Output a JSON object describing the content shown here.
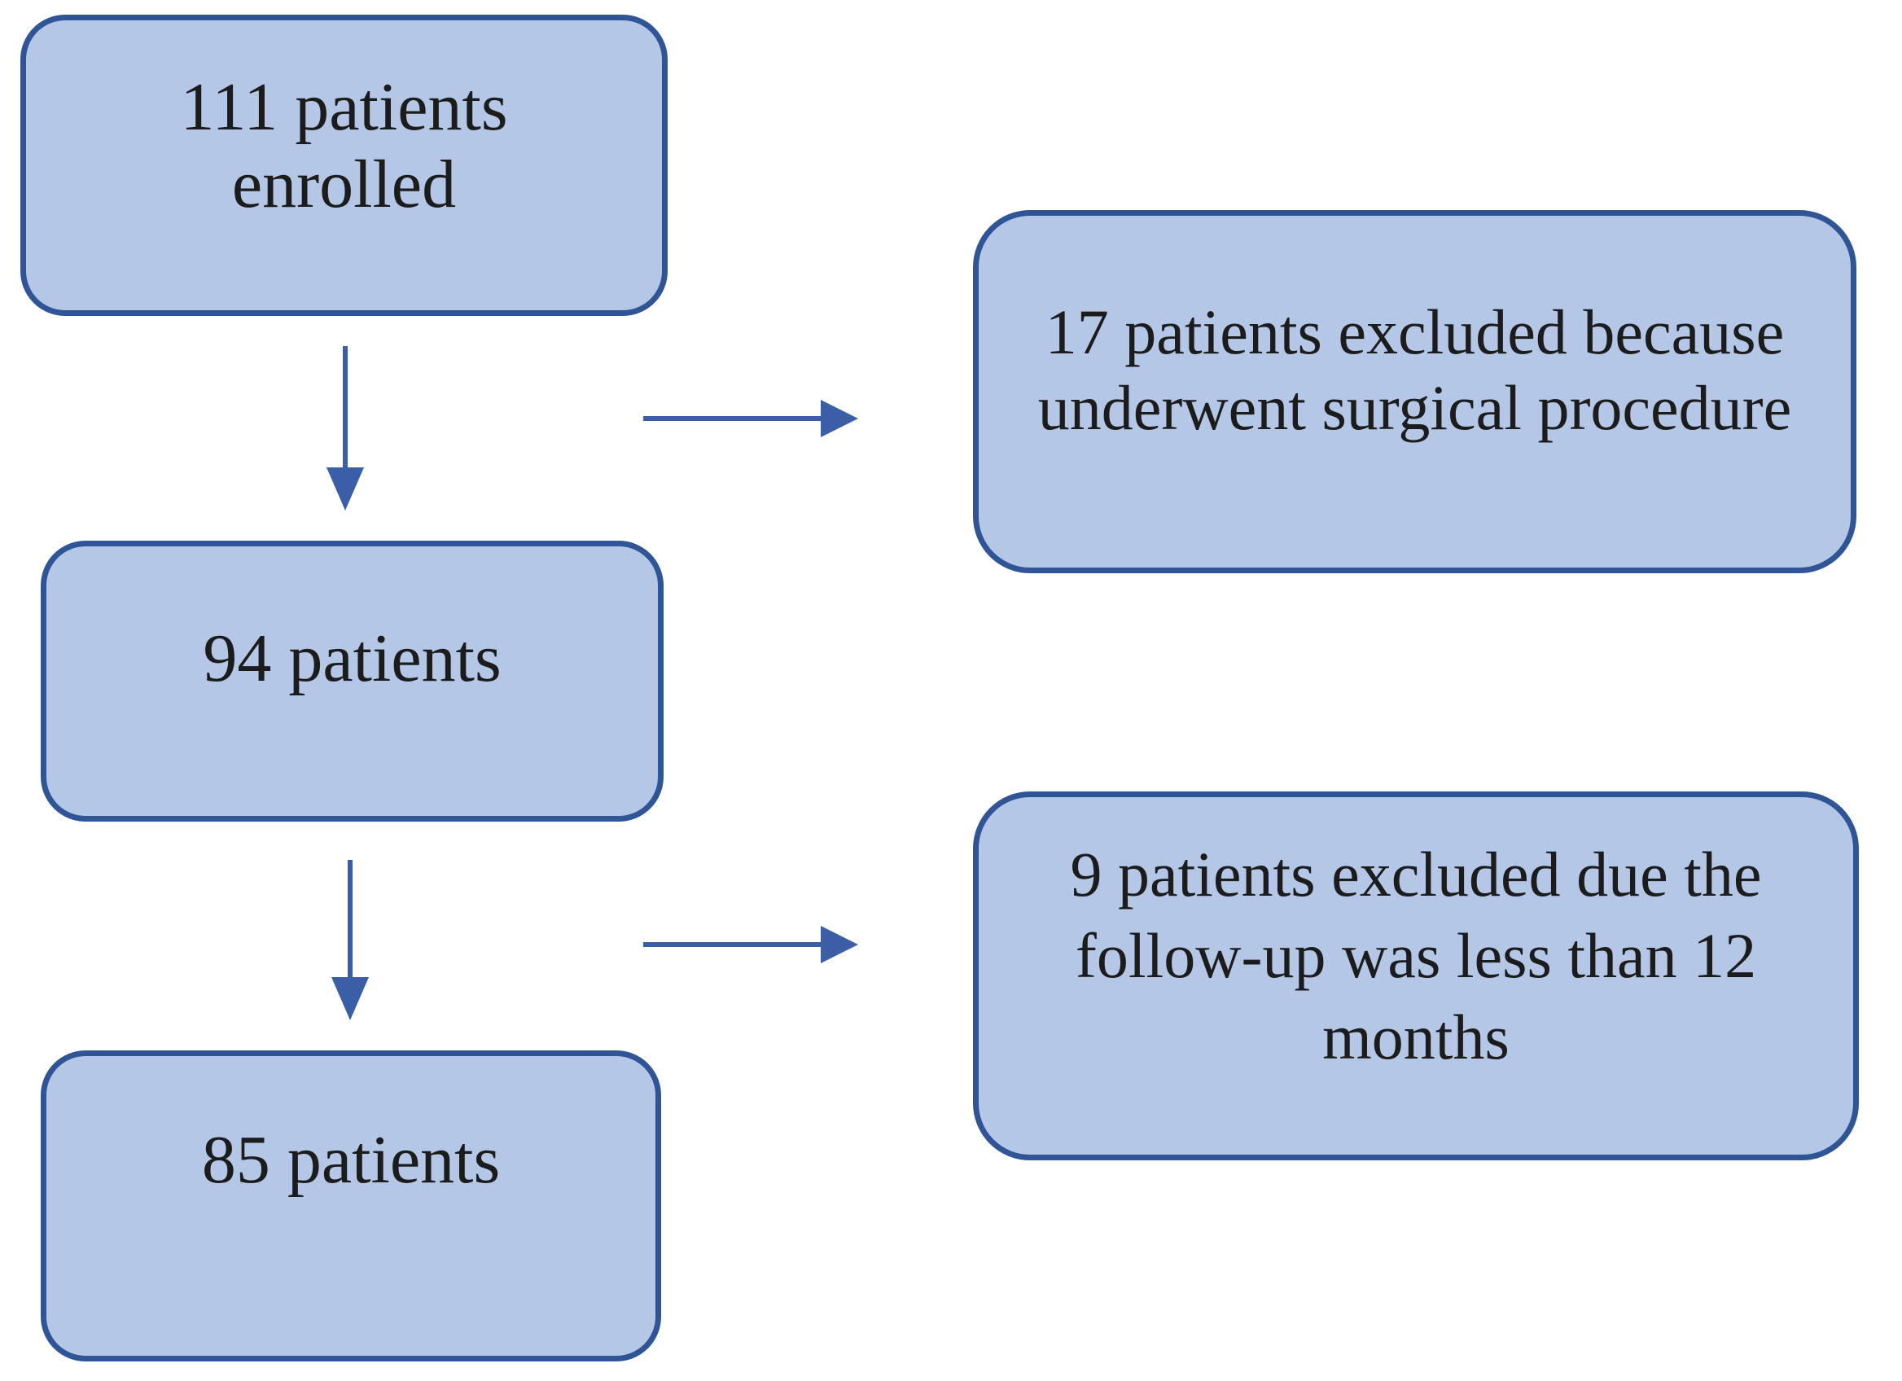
{
  "figure": {
    "type": "flowchart",
    "colors": {
      "background": "#ffffff",
      "box_fill": "#b4c7e7",
      "box_border": "#2f5597",
      "arrow": "#3a5fa6",
      "text": "#1c1c1c"
    }
  },
  "nodes": {
    "enrolled": {
      "label": "111 patients\nenrolled"
    },
    "patients_94": {
      "label": "94 patients"
    },
    "patients_85": {
      "label": "85 patients"
    },
    "excluded_surgical": {
      "label": "17 patients excluded because\nunderwent surgical procedure"
    },
    "excluded_followup": {
      "label": "9 patients excluded due the\nfollow-up was less than 12\nmonths"
    }
  },
  "edges": [
    {
      "from": "enrolled",
      "to": "patients_94",
      "direction": "down"
    },
    {
      "from": "enrolled",
      "to": "excluded_surgical",
      "direction": "right"
    },
    {
      "from": "patients_94",
      "to": "patients_85",
      "direction": "down"
    },
    {
      "from": "patients_94",
      "to": "excluded_followup",
      "direction": "right"
    }
  ]
}
